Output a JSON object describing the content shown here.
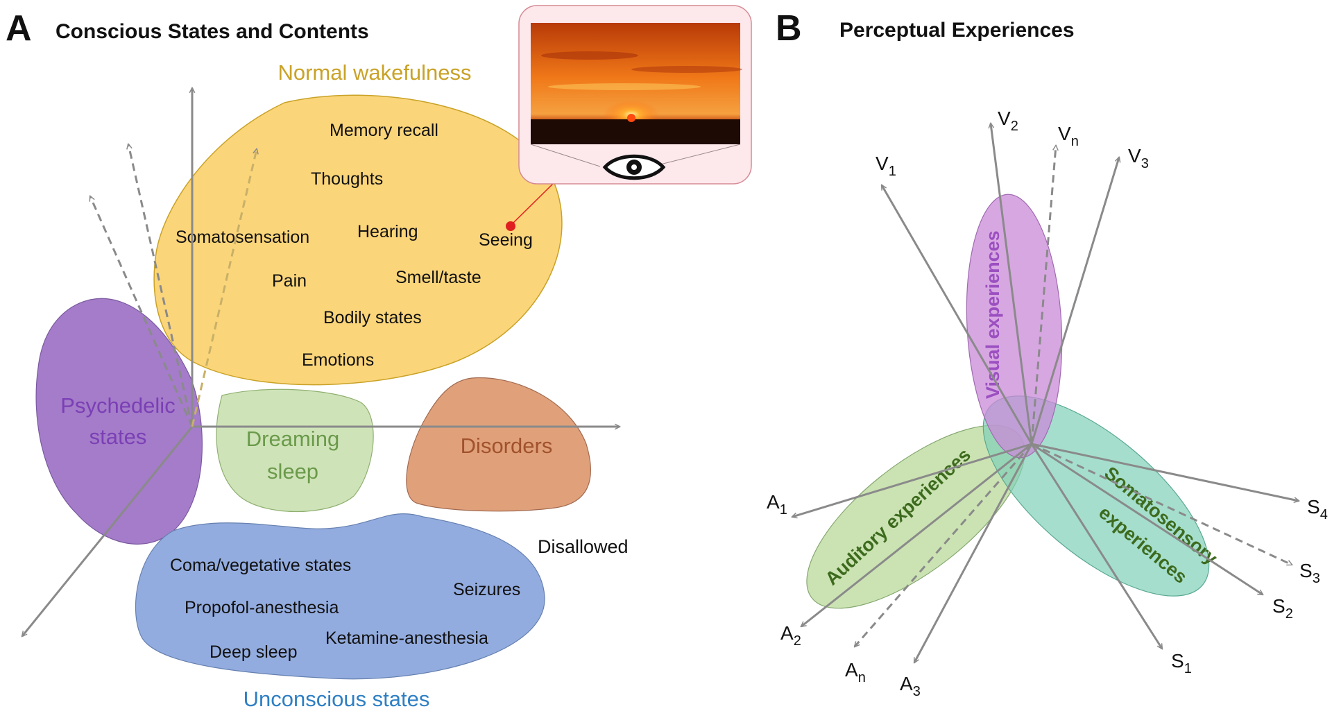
{
  "panel_a": {
    "letter": "A",
    "title": "Conscious States and Contents",
    "normal_wakefulness": {
      "label": "Normal wakefulness",
      "items": [
        "Memory recall",
        "Thoughts",
        "Somatosensation",
        "Hearing",
        "Seeing",
        "Pain",
        "Smell/taste",
        "Bodily states",
        "Emotions"
      ]
    },
    "psychedelic": {
      "line1": "Psychedelic",
      "line2": "states"
    },
    "dreaming": {
      "line1": "Dreaming",
      "line2": "sleep"
    },
    "disorders": {
      "label": "Disorders"
    },
    "unconscious": {
      "label": "Unconscious states",
      "items": [
        "Coma/vegetative states",
        "Seizures",
        "Propofol-anesthesia",
        "Ketamine-anesthesia",
        "Deep sleep"
      ]
    },
    "disallowed": "Disallowed",
    "inset": {
      "icon": "eye-icon",
      "image": "sunset-photo"
    }
  },
  "panel_b": {
    "letter": "B",
    "title": "Perceptual Experiences",
    "regions": {
      "visual": "Visual experiences",
      "auditory": "Auditory experiences",
      "somatosensory_line1": "Somatosensory",
      "somatosensory_line2": "experiences"
    },
    "axes": {
      "V1": {
        "main": "V",
        "sub": "1"
      },
      "V2": {
        "main": "V",
        "sub": "2"
      },
      "Vn": {
        "main": "V",
        "sub": "n"
      },
      "V3": {
        "main": "V",
        "sub": "3"
      },
      "A1": {
        "main": "A",
        "sub": "1"
      },
      "A2": {
        "main": "A",
        "sub": "2"
      },
      "An": {
        "main": "A",
        "sub": "n"
      },
      "A3": {
        "main": "A",
        "sub": "3"
      },
      "S1": {
        "main": "S",
        "sub": "1"
      },
      "S2": {
        "main": "S",
        "sub": "2"
      },
      "S3": {
        "main": "S",
        "sub": "3"
      },
      "S4": {
        "main": "S",
        "sub": "4"
      }
    }
  },
  "colors": {
    "wakefulness_fill": "#fbd57a",
    "wakefulness_text": "#c9a227",
    "psychedelic_fill": "#a47cc9",
    "psychedelic_text": "#7b3fb5",
    "dreaming_fill": "#cfe3b8",
    "dreaming_text": "#6a9a4a",
    "disorders_fill": "#e0a07a",
    "disorders_text": "#a0522d",
    "unconscious_fill": "#93acdf",
    "unconscious_text": "#2e7fc4",
    "visual_fill": "#c98ad8",
    "visual_text": "#9b4fc0",
    "auditory_fill": "#b9d99a",
    "somatosensory_fill": "#7fd0b8",
    "exp_text": "#3d6b1e",
    "axis": "#8a8a8a",
    "highlight": "#e02020"
  }
}
